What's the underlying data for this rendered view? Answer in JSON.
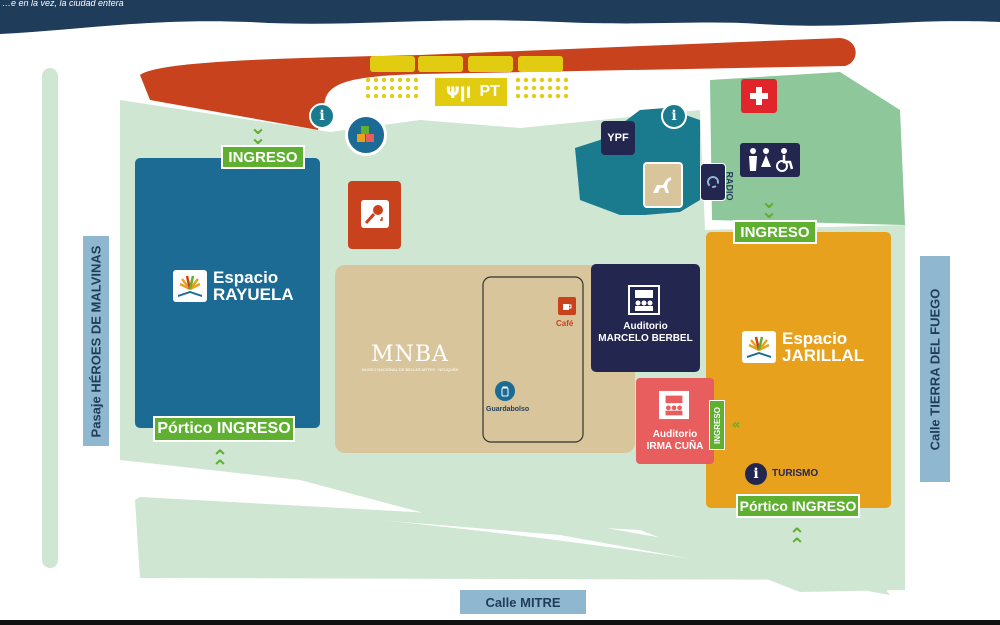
{
  "header": {
    "tagline": "…e en la vez, la ciudad entera"
  },
  "streets": {
    "west": "Pasaje HÉROES DE MALVINAS",
    "east": "Calle TIERRA DEL FUEGO",
    "south": "Calle MITRE"
  },
  "entrances": {
    "ingreso_rayuela": "INGRESO",
    "ingreso_jarillal": "INGRESO",
    "portico_rayuela": "Pórtico INGRESO",
    "portico_jarillal": "Pórtico INGRESO",
    "ingreso_irma": "INGRESO"
  },
  "venues": {
    "rayuela": {
      "line1": "Espacio",
      "line2": "RAYUELA"
    },
    "jarillal": {
      "line1": "Espacio",
      "line2": "JARILLAL"
    },
    "mnba": {
      "title": "MNBA",
      "subtitle": "MUSEO NACIONAL DE BELLAS ARTES · NEUQUÉN"
    },
    "auditorio_berbel": {
      "line1": "Auditorio",
      "line2": "MARCELO BERBEL"
    },
    "auditorio_irma": {
      "line1": "Auditorio",
      "line2": "IRMA CUÑA"
    },
    "cafe": "Café",
    "guardabolso": "Guardabolso",
    "turismo": "TURISMO",
    "ypf": "YPF",
    "radio": "RADIO",
    "food": "PT"
  },
  "icons": {
    "info_symbol": "i",
    "first_aid": "first-aid-icon",
    "restrooms": "restroom-icon",
    "karaoke": "microphone-icon",
    "kids": "toy-blocks-icon",
    "dinosaur": "dinosaur-icon"
  },
  "colors": {
    "navy": "#1f3c5a",
    "light_green": "#cfe6d3",
    "green": "#5fb030",
    "orange_band": "#c8421d",
    "rayuela": "#1b6b95",
    "jarillal": "#e8a11d",
    "mnba": "#d9c59b",
    "berbel": "#23264f",
    "irma": "#e85d5d",
    "teal": "#1b7b8e",
    "street": "#8fb7cf"
  }
}
